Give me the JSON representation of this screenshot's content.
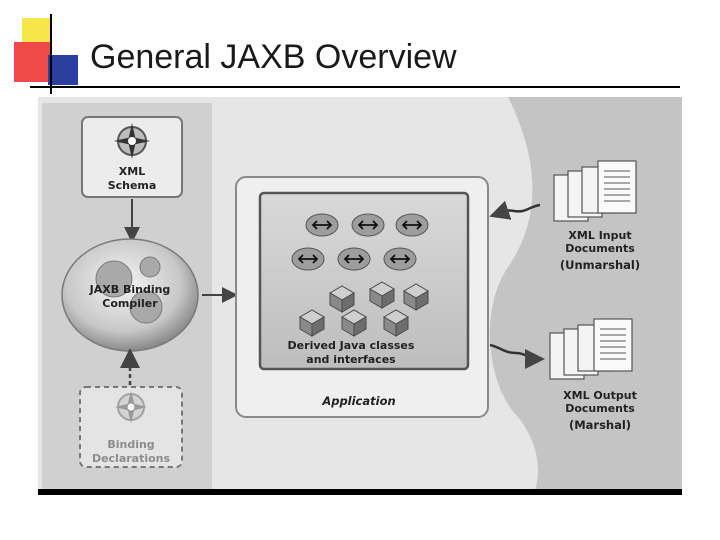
{
  "slide": {
    "title": "General JAXB Overview"
  },
  "diagram": {
    "xml_schema": [
      "XML",
      "Schema"
    ],
    "compiler": [
      "JAXB Binding",
      "Compiler"
    ],
    "binding_declarations": [
      "Binding",
      "Declarations"
    ],
    "derived_classes": [
      "Derived Java classes",
      "and interfaces"
    ],
    "application": "Application",
    "xml_input": [
      "XML Input",
      "Documents",
      "(Unmarshal)"
    ],
    "xml_output": [
      "XML Output",
      "Documents",
      "(Marshal)"
    ]
  },
  "colors": {
    "accent_yellow": "#f7e64a",
    "accent_red": "#e8232a",
    "accent_blue": "#2a3f9e",
    "panel_gray": "#b8b8b8"
  }
}
